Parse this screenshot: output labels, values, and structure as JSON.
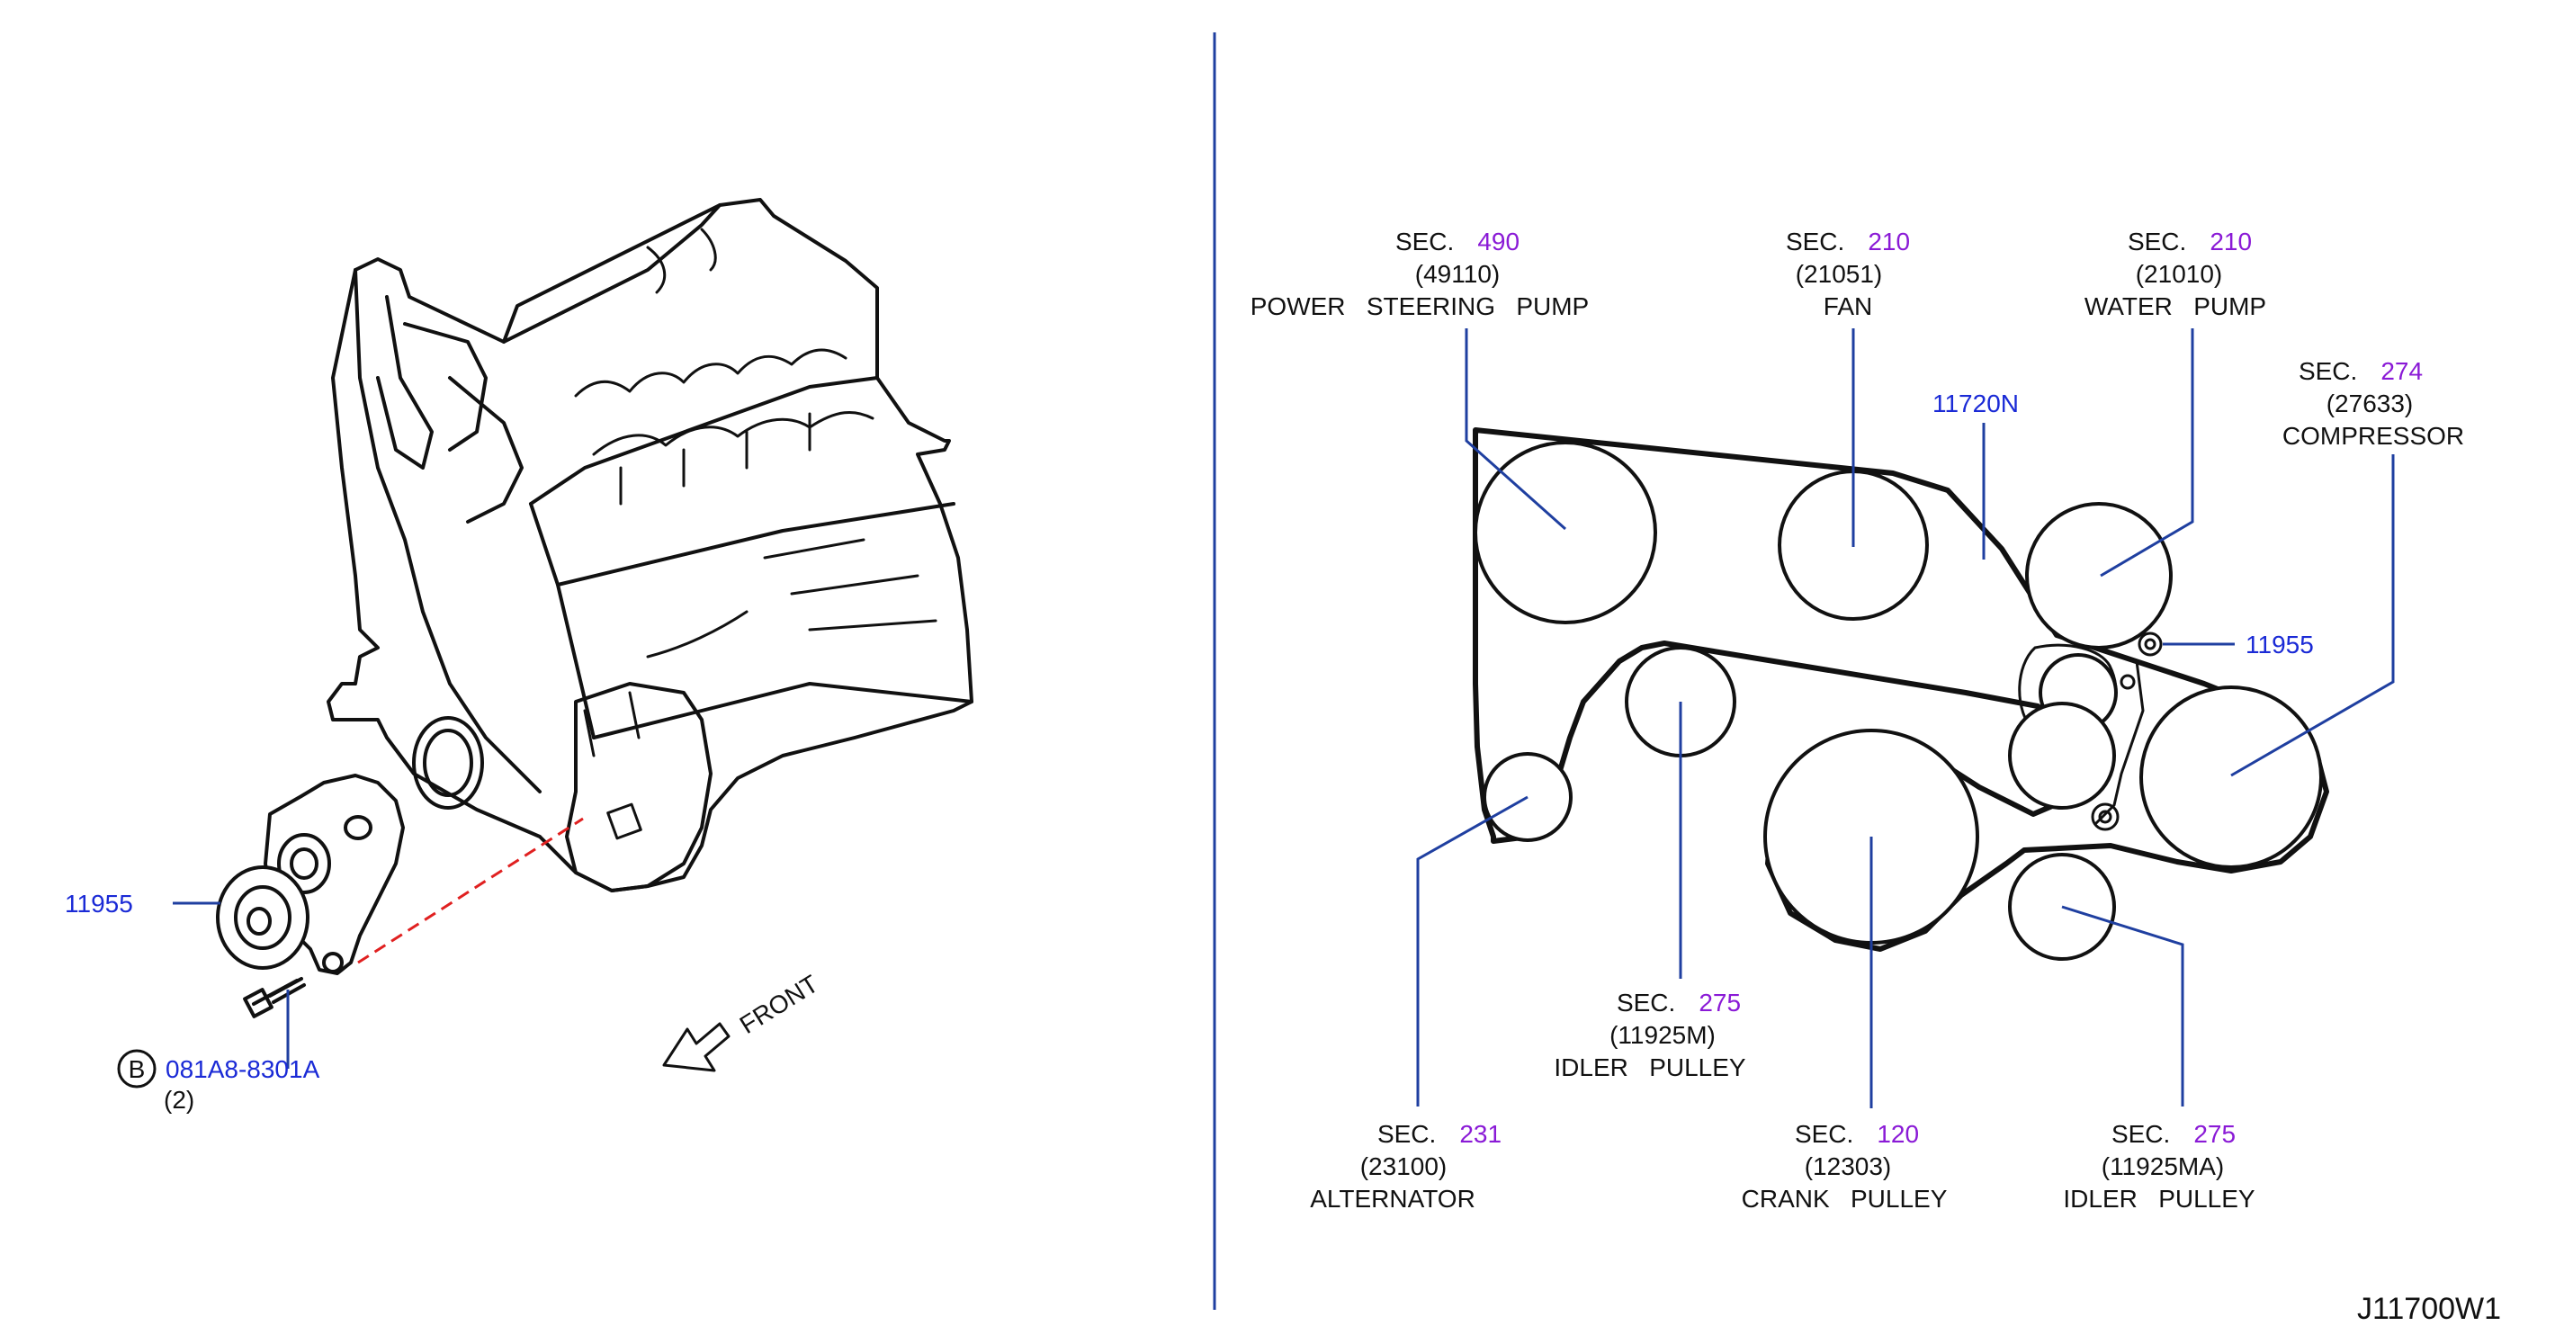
{
  "colors": {
    "part_number": "#1a2ad6",
    "section_number": "#8a1ad6",
    "leader": "#1f3fa0",
    "ink": "#111111",
    "hidden_line": "#e02020"
  },
  "left_view": {
    "tensioner_part": "11955",
    "bolt": {
      "circle_letter": "B",
      "part": "081A8-8301A",
      "qty": "(2)"
    },
    "front": {
      "label": "FRONT",
      "icon": "arrow-icon"
    }
  },
  "right_view": {
    "power_steering": {
      "sec_prefix": "SEC.",
      "sec_num": "490",
      "part": "(49110)",
      "name": "POWER   STEERING   PUMP"
    },
    "fan": {
      "sec_prefix": "SEC.",
      "sec_num": "210",
      "part": "(21051)",
      "name": "FAN"
    },
    "water_pump": {
      "sec_prefix": "SEC.",
      "sec_num": "210",
      "part": "(21010)",
      "name": "WATER   PUMP"
    },
    "compressor": {
      "sec_prefix": "SEC.",
      "sec_num": "274",
      "part": "(27633)",
      "name": "COMPRESSOR"
    },
    "belt_part": "11720N",
    "tensioner_part": "11955",
    "idler_upper": {
      "sec_prefix": "SEC.",
      "sec_num": "275",
      "part": "(11925M)",
      "name": "IDLER   PULLEY"
    },
    "alternator": {
      "sec_prefix": "SEC.",
      "sec_num": "231",
      "part": "(23100)",
      "name": "ALTERNATOR"
    },
    "crank": {
      "sec_prefix": "SEC.",
      "sec_num": "120",
      "part": "(12303)",
      "name": "CRANK   PULLEY"
    },
    "idler_lower": {
      "sec_prefix": "SEC.",
      "sec_num": "275",
      "part": "(11925MA)",
      "name": "IDLER   PULLEY"
    }
  },
  "figure_code": "J11700W1"
}
